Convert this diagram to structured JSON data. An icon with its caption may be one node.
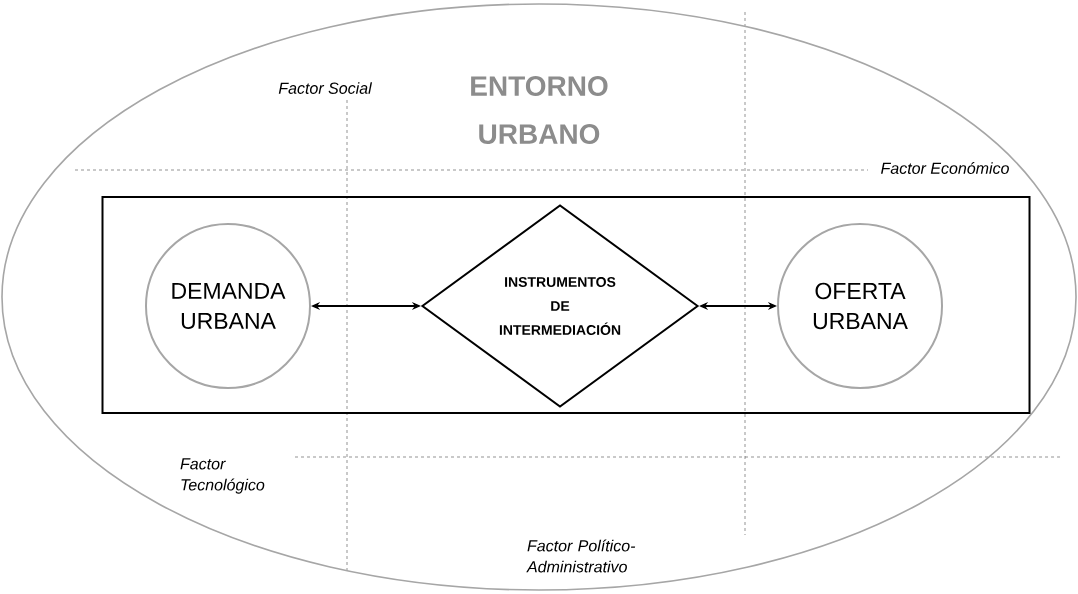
{
  "diagram": {
    "nodes": [
      {
        "text": [
          "ENTORNO URBANO"
        ]
      },
      {
        "text": [],
        "shape": "box",
        "in": 0
      },
      {
        "text": [
          "DEMANDA URBANA"
        ],
        "in": 1
      },
      {
        "text": [
          "INSTRUMENTOS DE INTERMEDIACIÓN"
        ],
        "in": 1
      },
      {
        "text": [
          "OFERTA URBANA"
        ],
        "in": 1
      }
    ],
    "edges": [
      {
        "from": 2,
        "to": 3,
        "arrow": "both"
      },
      {
        "from": 3,
        "to": 4,
        "arrow": "both"
      }
    ],
    "labels": [
      "Factor Social",
      "Factor Económico",
      "Factor Tecnológico",
      "Factor Político-Administrativo"
    ]
  }
}
